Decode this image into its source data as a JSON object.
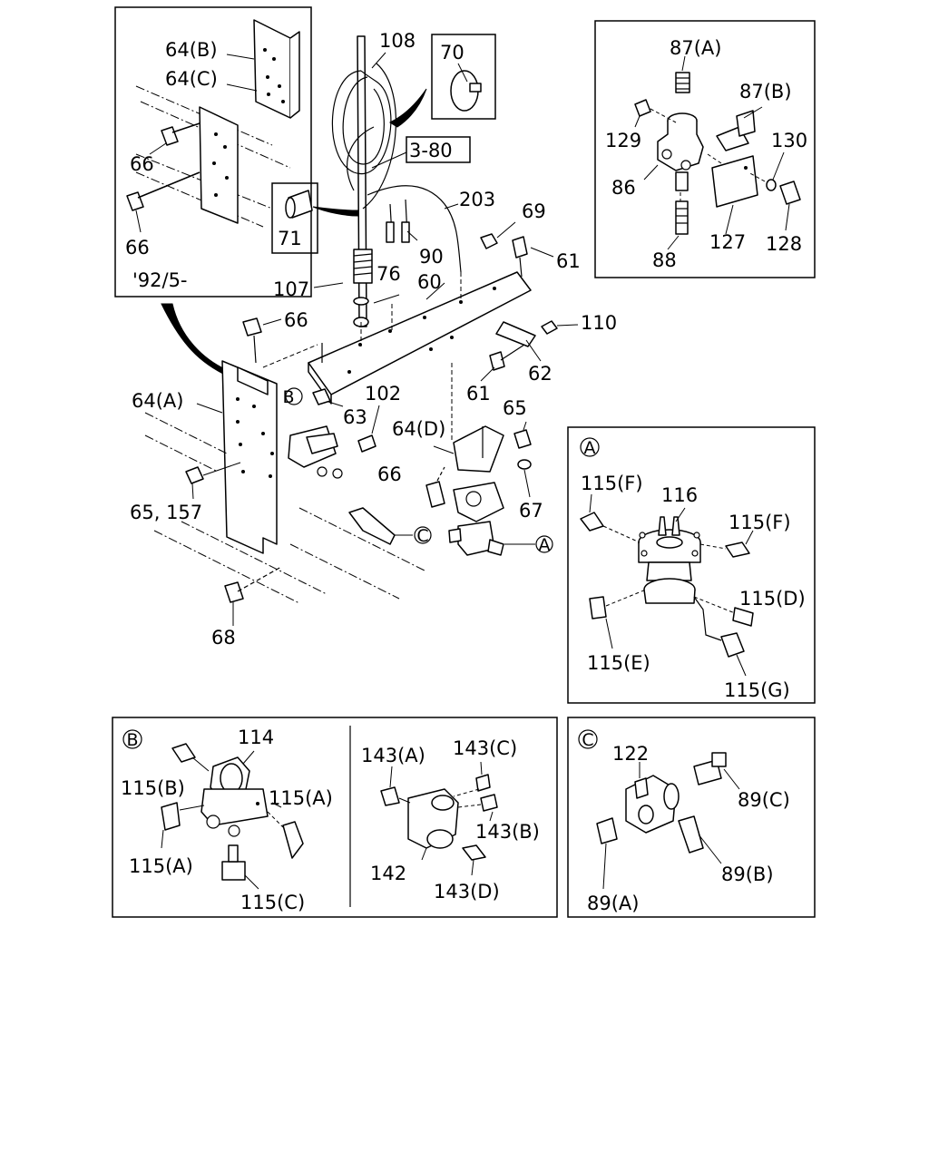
{
  "labels": {
    "l64B": "64(B)",
    "l64C": "64(C)",
    "l66a": "66",
    "l66b": "66",
    "l92": "'92/5-",
    "l108": "108",
    "l70": "70",
    "l380": "3-80",
    "l71": "71",
    "l203": "203",
    "l69": "69",
    "l61a": "61",
    "l90": "90",
    "l76": "76",
    "l60": "60",
    "l107": "107",
    "l66c": "66",
    "l110": "110",
    "l62": "62",
    "l61b": "61",
    "l64A": "64(A)",
    "l102": "102",
    "l63": "63",
    "l65": "65",
    "l64D": "64(D)",
    "l66d": "66",
    "l67": "67",
    "l65157": "65, 157",
    "l68": "68",
    "l87A": "87(A)",
    "l87B": "87(B)",
    "l129": "129",
    "l130": "130",
    "l86": "86",
    "l127": "127",
    "l128": "128",
    "l88": "88",
    "l116": "116",
    "l115F1": "115(F)",
    "l115F2": "115(F)",
    "l115D": "115(D)",
    "l115E": "115(E)",
    "l115G": "115(G)",
    "l114": "114",
    "l115B": "115(B)",
    "l115A1": "115(A)",
    "l115A2": "115(A)",
    "l115C": "115(C)",
    "l143A": "143(A)",
    "l143C": "143(C)",
    "l143B": "143(B)",
    "l142": "142",
    "l143D": "143(D)",
    "l122": "122",
    "l89C": "89(C)",
    "l89B": "89(B)",
    "l89A": "89(A)"
  },
  "callouts": {
    "A": "A",
    "B": "B",
    "C": "C"
  }
}
